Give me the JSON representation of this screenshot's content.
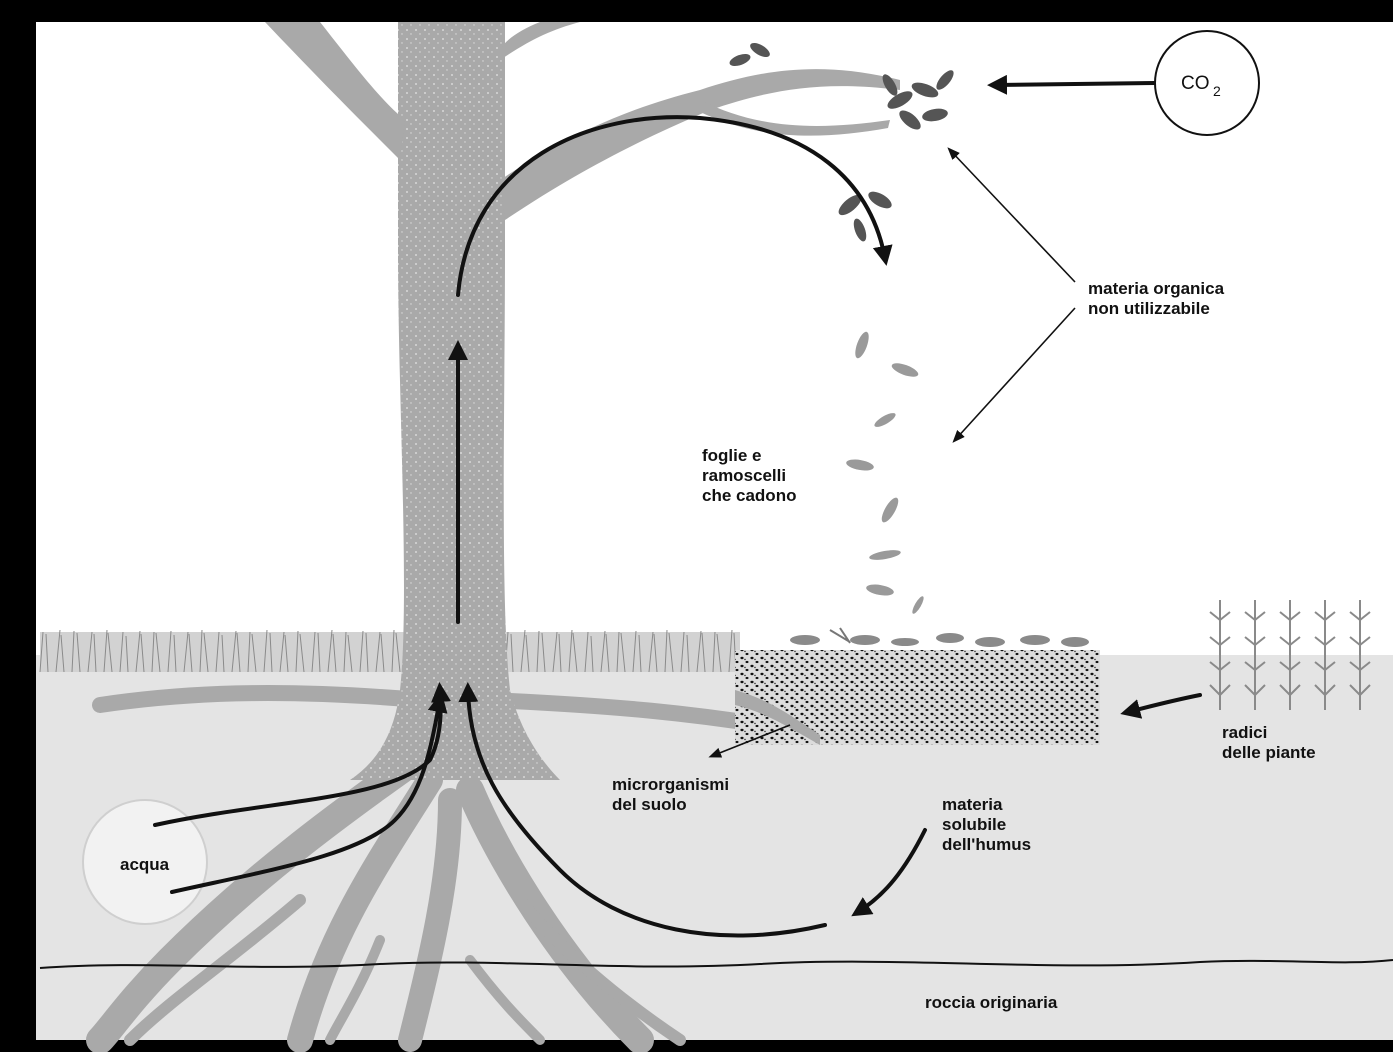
{
  "labels": {
    "co2_main": "CO",
    "co2_sub": "2",
    "materia_organica_1": "materia organica",
    "materia_organica_2": "non utilizzabile",
    "foglie_1": "foglie e",
    "foglie_2": "ramoscelli",
    "foglie_3": "che cadono",
    "radici_1": "radici",
    "radici_2": "delle piante",
    "microrganismi_1": "microrganismi",
    "microrganismi_2": "del suolo",
    "humus_1": "materia",
    "humus_2": "solubile",
    "humus_3": "dell'humus",
    "acqua": "acqua",
    "roccia": "roccia originaria"
  },
  "colors": {
    "background": "#000000",
    "sky": "#ffffff",
    "soil": "#e4e4e4",
    "tree": "#a9a9a9",
    "ink": "#111111",
    "humus": "#dcdcdc"
  }
}
